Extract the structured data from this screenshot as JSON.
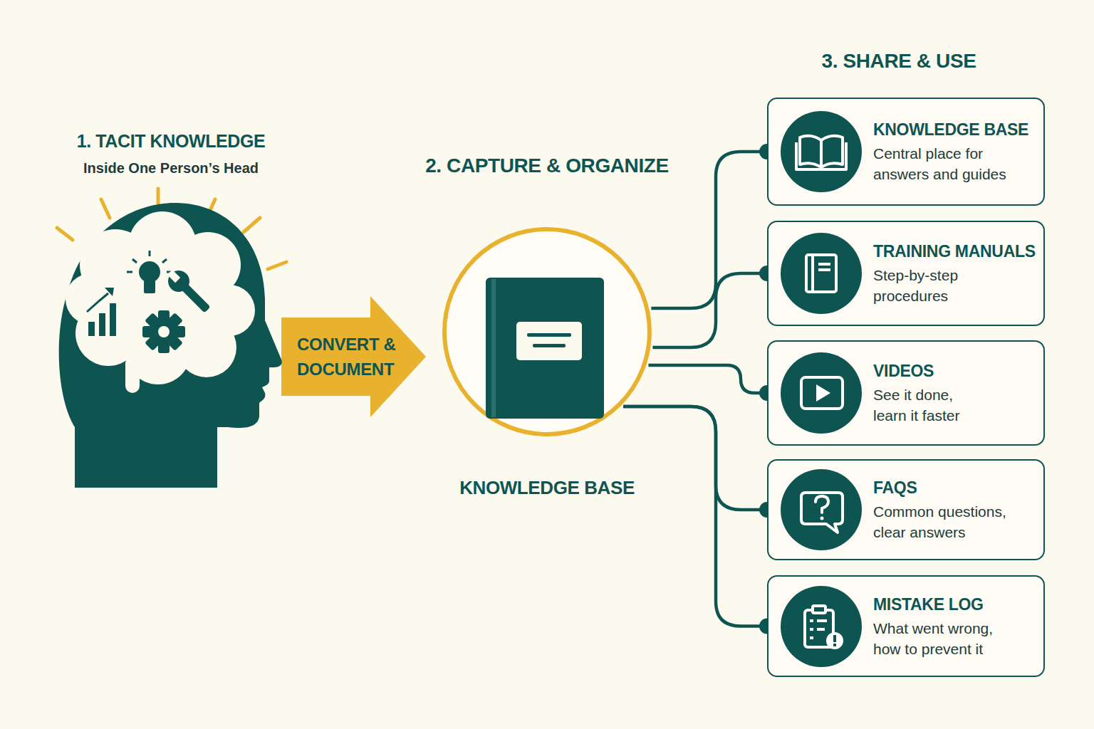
{
  "diagram": {
    "nodes": [
      {
        "text": [
          "1. TACIT KNOWLEDGE",
          "Inside One Person’s Head"
        ]
      },
      {
        "text": [
          "2. CAPTURE & ORGANIZE",
          "KNOWLEDGE BASE"
        ]
      },
      {
        "text": [
          "KNOWLEDGE BASE",
          "Central place for answers and guides"
        ]
      },
      {
        "text": [
          "TRAINING MANUALS",
          "Step-by-step procedures"
        ]
      },
      {
        "text": [
          "VIDEOS",
          "See it done, learn it faster"
        ]
      },
      {
        "text": [
          "FAQS",
          "Common questions, clear answers"
        ]
      },
      {
        "text": [
          "MISTAKE LOG",
          "What went wrong, how to prevent it"
        ]
      }
    ],
    "edges": [
      {
        "from": 0,
        "to": 1,
        "label": "CONVERT & DOCUMENT",
        "arrow": "to"
      },
      {
        "from": 1,
        "to": 2,
        "arrow": "none"
      },
      {
        "from": 1,
        "to": 3,
        "arrow": "none"
      },
      {
        "from": 1,
        "to": 4,
        "arrow": "none"
      },
      {
        "from": 1,
        "to": 5,
        "arrow": "none"
      },
      {
        "from": 1,
        "to": 6,
        "arrow": "none"
      }
    ],
    "labels": [
      "3. SHARE & USE"
    ]
  }
}
